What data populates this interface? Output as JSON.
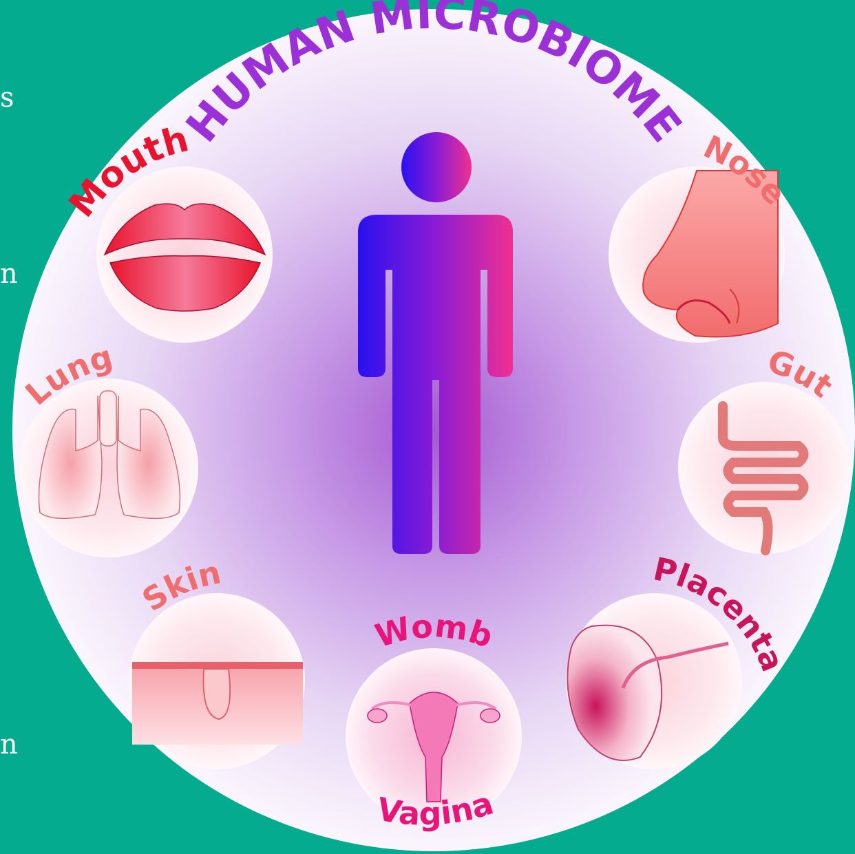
{
  "title": "HUMAN MICROBIOME",
  "edge_glyphs": [
    "s",
    "n",
    "n"
  ],
  "sites": [
    {
      "id": "mouth",
      "label": "Mouth",
      "color": "#e8142e"
    },
    {
      "id": "nose",
      "label": "Nose",
      "color": "#f06d6d"
    },
    {
      "id": "lung",
      "label": "Lung",
      "color": "#f06d6d"
    },
    {
      "id": "gut",
      "label": "Gut",
      "color": "#f06d6d"
    },
    {
      "id": "skin",
      "label": "Skin",
      "color": "#f06d6d"
    },
    {
      "id": "womb",
      "label": "Womb",
      "color": "#e8147a"
    },
    {
      "id": "vagina",
      "label": "Vagina",
      "color": "#e8147a"
    },
    {
      "id": "placenta",
      "label": "Placenta",
      "color": "#c8145a"
    }
  ],
  "colors": {
    "background": "#04ab8f",
    "title": "#9b30d6",
    "figure_start": "#2a10f0",
    "figure_end": "#f03090",
    "glow": "#a55ad2"
  },
  "icons": [
    "human-figure-icon",
    "lips-icon",
    "nose-icon",
    "lungs-icon",
    "intestine-icon",
    "skin-follicle-icon",
    "uterus-icon",
    "placenta-icon"
  ]
}
